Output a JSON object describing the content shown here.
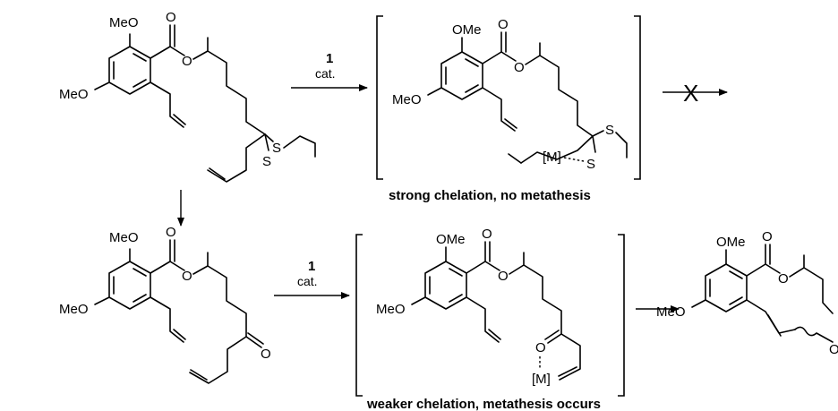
{
  "labels": {
    "ome": "OMe",
    "meo": "MeO",
    "o": "O",
    "s": "S",
    "metal": "[M]",
    "catalyst_number": "1",
    "catalyst_text": "cat.",
    "blocked_arrow": "X",
    "caption_top": "strong chelation, no metathesis",
    "caption_bottom": "weaker chelation, metathesis occurs"
  }
}
